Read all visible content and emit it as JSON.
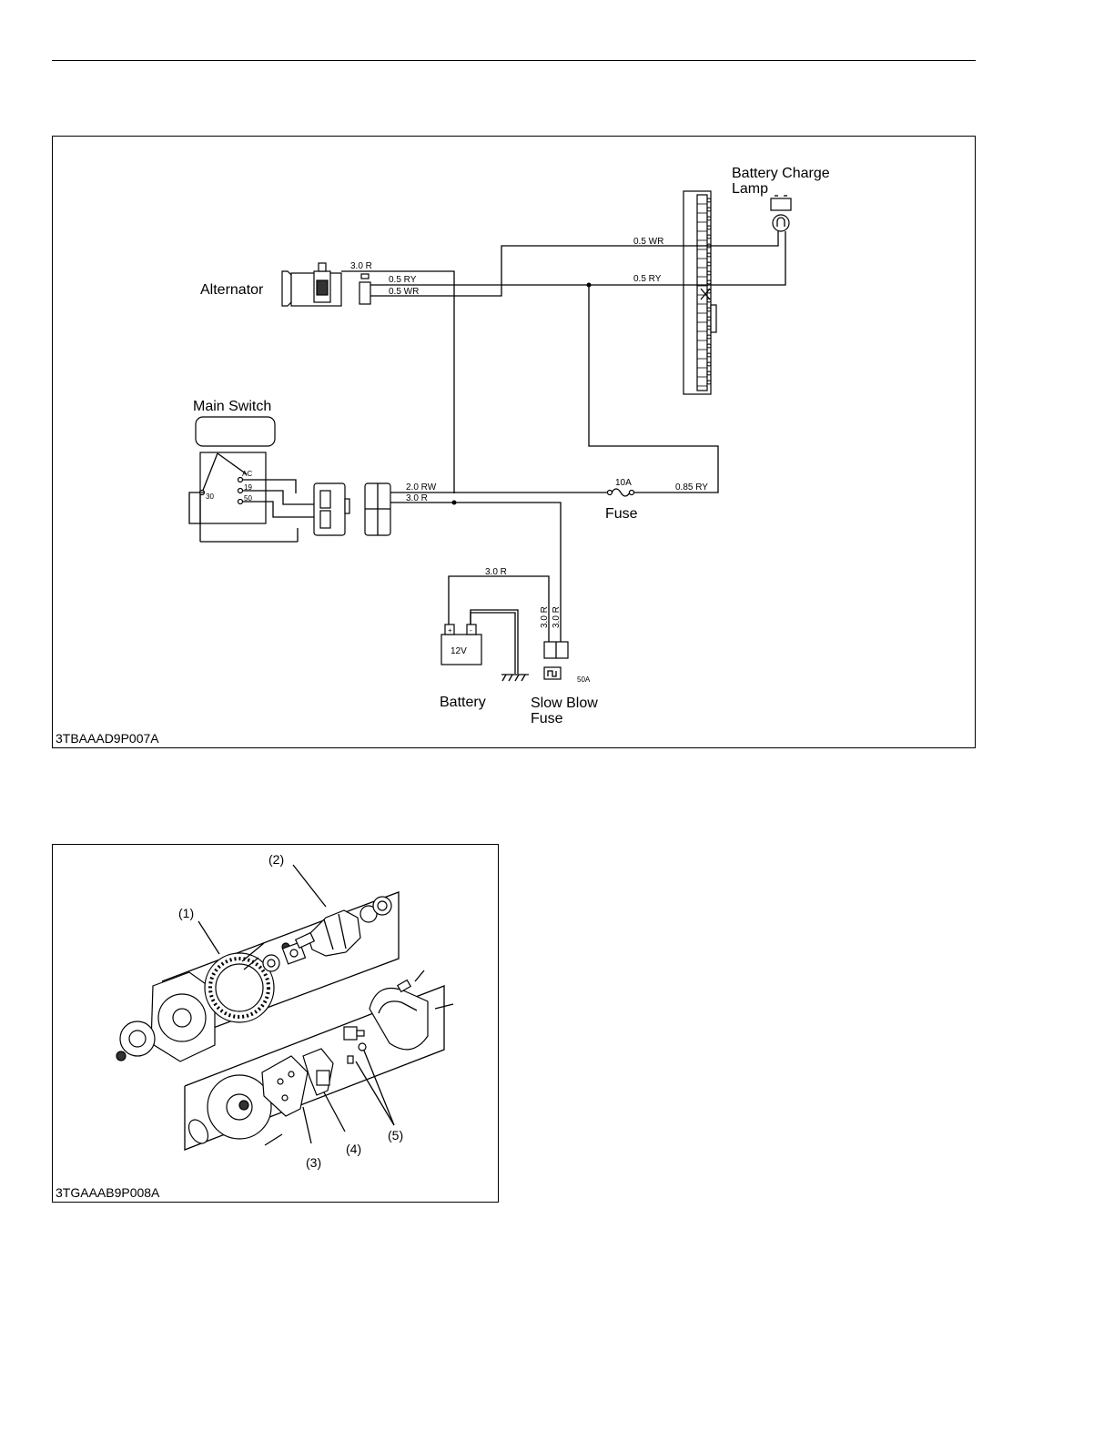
{
  "wiring_diagram": {
    "figure_code": "3TBAAAD9P007A",
    "components": {
      "alternator": "Alternator",
      "battery_charge_lamp_line1": "Battery Charge",
      "battery_charge_lamp_line2": "Lamp",
      "main_switch": "Main Switch",
      "fuse": "Fuse",
      "battery": "Battery",
      "slow_blow_fuse_line1": "Slow Blow",
      "slow_blow_fuse_line2": "Fuse"
    },
    "wires": {
      "alt_b": "3.0 R",
      "alt_ry": "0.5 RY",
      "alt_wr": "0.5 WR",
      "lamp_wr": "0.5  WR",
      "lamp_ry": "0.5  RY",
      "sw_rw": "2.0 RW",
      "sw_r": "3.0 R",
      "fuse_ry": "0.85 RY",
      "batt_r": "3.0  R",
      "sbf_r1": "3.0  R",
      "sbf_r2": "3.0  R"
    },
    "ratings": {
      "fuse": "10A",
      "slow_blow": "50A",
      "battery_voltage": "12V"
    },
    "switch_terminals": {
      "ac": "AC",
      "t19": "19",
      "t30": "30",
      "t50": "50"
    },
    "battery_terminals": {
      "pos": "+",
      "neg": "-"
    }
  },
  "exploded_view": {
    "figure_code": "3TGAAAB9P008A",
    "callouts": [
      "(1)",
      "(2)",
      "(3)",
      "(4)",
      "(5)"
    ]
  }
}
